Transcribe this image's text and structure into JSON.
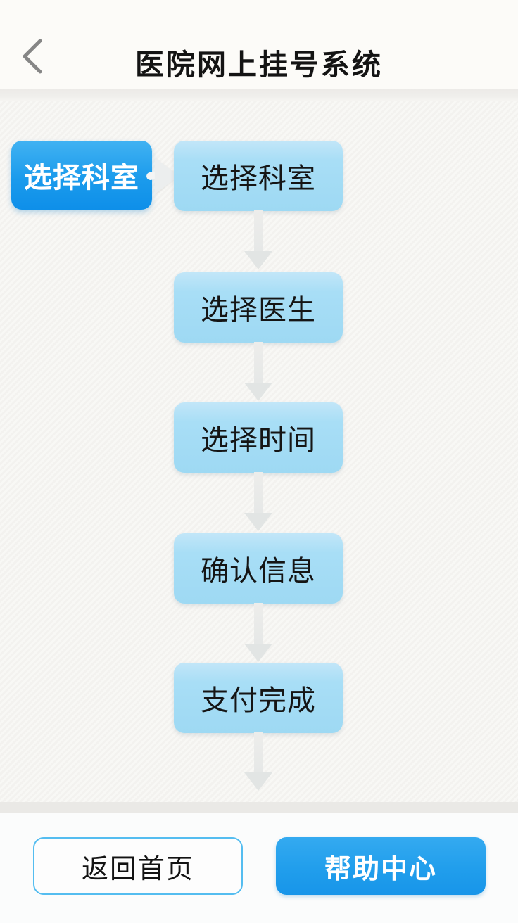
{
  "header": {
    "title": "医院网上挂号系统",
    "back_icon": "chevron-left"
  },
  "flow": {
    "active_step": "选择科室",
    "steps": [
      "选择科室",
      "选择医生",
      "选择时间",
      "确认信息",
      "支付完成"
    ]
  },
  "footer": {
    "home_label": "返回首页",
    "help_label": "帮助中心"
  },
  "colors": {
    "accent_blue": "#1b9bec",
    "step_box_blue": "#a8def6",
    "outline_button_border": "#54bdf0",
    "arrow_gray": "#e6e8e7",
    "title_text": "#141414"
  }
}
